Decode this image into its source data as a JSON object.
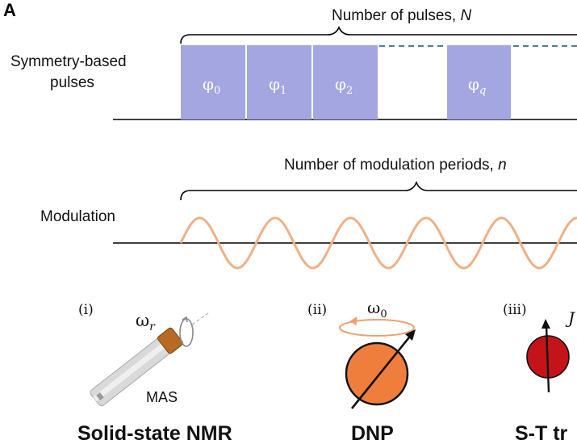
{
  "panel_letter": "A",
  "pulses": {
    "row_label_line1": "Symmetry-based",
    "row_label_line2": "pulses",
    "count_label_text": "Number of pulses, ",
    "count_label_var": "N",
    "phases": [
      {
        "base": "φ",
        "sub": "0"
      },
      {
        "base": "φ",
        "sub": "1"
      },
      {
        "base": "φ",
        "sub": "2"
      },
      {
        "base": "φ",
        "sub": "q"
      }
    ],
    "pulse_color": "#a3a6e0",
    "dash_color": "#2e6f83"
  },
  "modulation": {
    "row_label": "Modulation",
    "count_label_text": "Number of modulation periods, ",
    "count_label_var": "n",
    "wave_color": "#f0b085",
    "periods_visible": 5.25
  },
  "examples": [
    {
      "numeral": "(i)",
      "caption": "Solid-state NMR",
      "symbol_base": "ω",
      "symbol_sub": "r",
      "note": "MAS"
    },
    {
      "numeral": "(ii)",
      "caption": "DNP",
      "symbol_base": "ω",
      "symbol_sub": "0"
    },
    {
      "numeral": "(iii)",
      "caption": "S-T tr",
      "symbol_base": "J"
    }
  ],
  "colors": {
    "dnp_sphere": "#ef7e3c",
    "st_sphere": "#c4141a",
    "rotor_cap": "#b86a22",
    "orbit": "#f0a070"
  }
}
